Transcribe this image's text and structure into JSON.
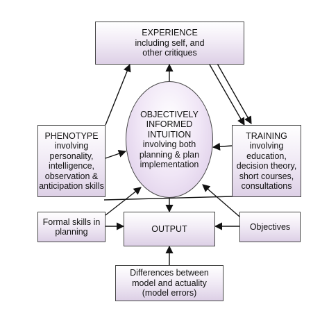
{
  "nodes": {
    "experience": [
      "EXPERIENCE",
      "including self, and",
      "other critiques"
    ],
    "intuition": [
      "OBJECTIVELY",
      "INFORMED",
      "INTUITION",
      "involving both",
      "planning & plan",
      "implementation"
    ],
    "phenotype": [
      "PHENOTYPE",
      "involving",
      "personality,",
      "intelligence,",
      "observation &",
      "anticipation skills"
    ],
    "training": [
      "TRAINING",
      "involving",
      "education,",
      "decision theory,",
      "short courses,",
      "consultations"
    ],
    "formal_skills": [
      "Formal skills in",
      "planning"
    ],
    "output": [
      "OUTPUT"
    ],
    "objectives": [
      "Objectives"
    ],
    "differences": [
      "Differences between",
      "model and actuality",
      "(model errors)"
    ]
  },
  "colors": {
    "border": "#444444",
    "fill_light": "#ffffff",
    "fill_dark": "#ddd0e6",
    "arrow": "#111111"
  }
}
